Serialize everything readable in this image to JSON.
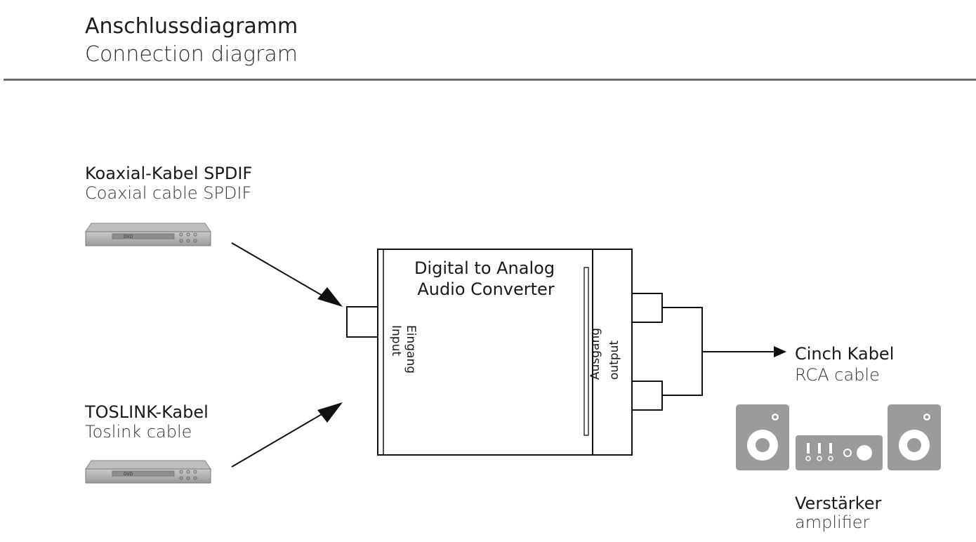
{
  "header": {
    "title": "Anschlussdiagramm",
    "subtitle": "Connection diagram"
  },
  "sources": {
    "coaxial": {
      "label_de": "Koaxial-Kabel SPDIF",
      "label_en": "Coaxial cable SPDIF",
      "device_badge": "DVD"
    },
    "toslink": {
      "label_de": "TOSLINK-Kabel",
      "label_en": "Toslink cable",
      "device_badge": "DVD"
    }
  },
  "converter": {
    "title_line1": "Digital to Analog",
    "title_line2": "Audio Converter",
    "input_de": "Eingang",
    "input_en": "Input",
    "output_de": "Ausgang",
    "output_en": "output"
  },
  "output_cable": {
    "label_de": "Cinch Kabel",
    "label_en": "RCA cable"
  },
  "amplifier": {
    "label_de": "Verstärker",
    "label_en": "amplifier"
  },
  "colors": {
    "line": "#111111",
    "device_gray": "#a9a9a9",
    "speaker_gray": "#9b9b9b",
    "rule": "#6b6b6b"
  },
  "icons": [
    "dvd-player-icon",
    "speaker-icon",
    "amplifier-icon",
    "arrow-icon"
  ]
}
